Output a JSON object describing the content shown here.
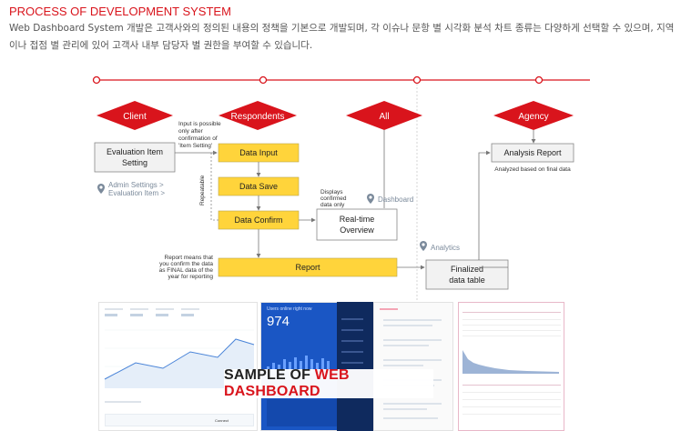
{
  "header": {
    "title": "PROCESS OF DEVELOPMENT SYSTEM",
    "description": "Web Dashboard System 개발은 고객사와의 정의된 내용의 정책을 기본으로 개발되며, 각 이슈나 문항 별 시각화 분석 차트 종류는 다양하게 선택할 수 있으며, 지역이나 접점 별 관리에 있어 고객사 내부 담당자 별 권한을 부여할 수 있습니다."
  },
  "diagram": {
    "diamonds": {
      "client": "Client",
      "respondents": "Respondents",
      "all": "All",
      "agency": "Agency"
    },
    "boxes": {
      "evaluation_item_setting": [
        "Evaluation Item",
        "Setting"
      ],
      "data_input": "Data Input",
      "data_save": "Data Save",
      "data_confirm": "Data Confirm",
      "report": "Report",
      "realtime_overview": [
        "Real-time",
        "Overview"
      ],
      "finalized_data_table": [
        "Finalized",
        "data table"
      ],
      "analysis_report": "Analysis Report"
    },
    "notes": {
      "input_possible": [
        "Input is possible",
        "only after",
        "confirmation of",
        "'Item Setting'"
      ],
      "repeatable": "Repeatable",
      "displays_confirmed": [
        "Displays",
        "confirmed",
        "data only"
      ],
      "report_means": [
        "Report means that",
        "you confirm the data",
        "as FINAL data of the",
        "year for reporting"
      ],
      "analyzed_based": "Analyzed based on final data"
    },
    "location_labels": {
      "admin_settings": [
        "Admin Settings >",
        "Evaluation Item >"
      ],
      "dashboard": "Dashboard",
      "analytics": "Analytics"
    }
  },
  "samples": {
    "caption_main": "SAMPLE OF ",
    "caption_accent": "WEB DASHBOARD",
    "big_number": "974",
    "panel_title": "Users online right now",
    "report_button": "Connect"
  },
  "colors": {
    "accent_red": "#d9141c",
    "box_yellow": "#ffd43b",
    "box_grey": "#f2f2f2",
    "line_grey": "#888888",
    "pin_blue": "#7b8a9b"
  }
}
